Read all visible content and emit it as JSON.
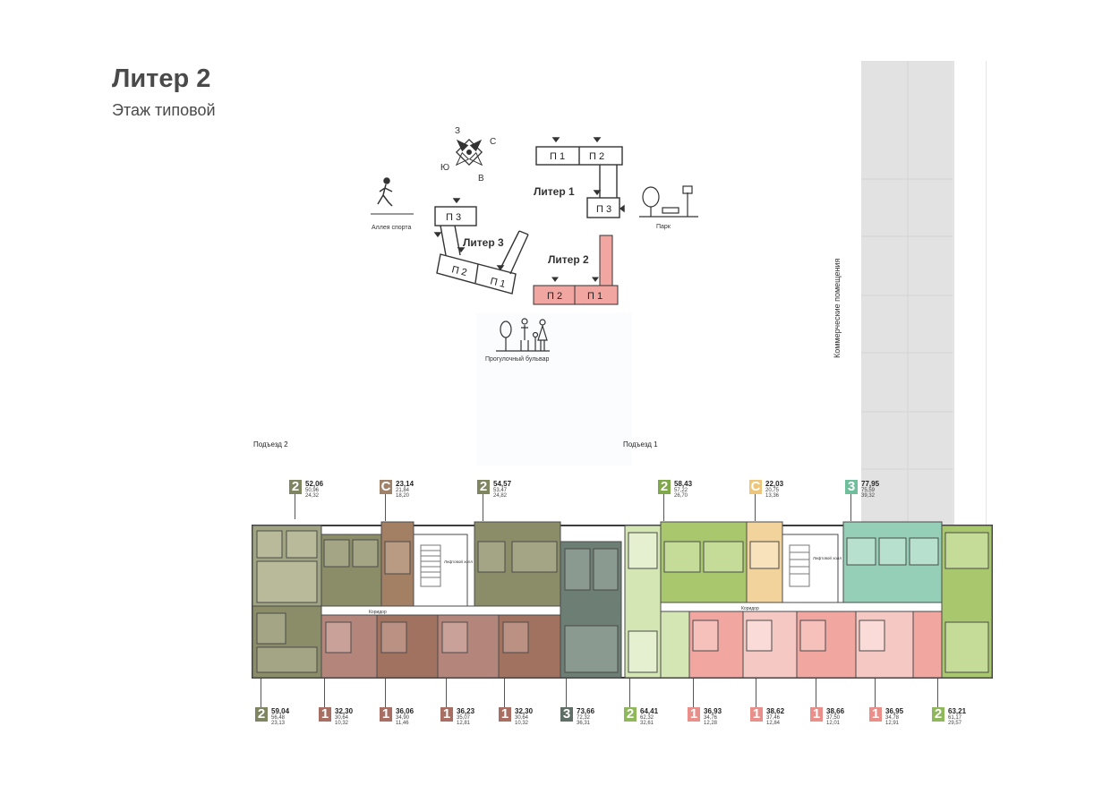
{
  "header": {
    "title": "Литер 2",
    "subtitle": "Этаж типовой"
  },
  "site_map": {
    "compass": {
      "n": "С",
      "s": "Ю",
      "w": "З",
      "e": "В"
    },
    "buildings": [
      {
        "label": "Литер 1",
        "sections": [
          "П 1",
          "П 2",
          "П 3"
        ]
      },
      {
        "label": "Литер 2",
        "sections": [
          "П 2",
          "П 1"
        ]
      },
      {
        "label": "Литер 3",
        "sections": [
          "П 3",
          "П 2",
          "П 1"
        ]
      }
    ],
    "landmarks": {
      "sport_alley": "Аллея спорта",
      "park": "Парк",
      "boulevard": "Прогулочный бульвар"
    }
  },
  "commercial_label": "Коммерческие помещения",
  "entrances": {
    "left": "Подъезд 2",
    "right": "Подъезд 1"
  },
  "plan_labels": {
    "corridor": "Коридор",
    "lift_hall": "Лифтовой холл"
  },
  "colors": {
    "olive": "#8a8f6a",
    "brown": "#a0826a",
    "rose": "#b78a82",
    "slate": "#6f7f76",
    "lime": "#a6c46a",
    "lime_light": "#d6e8b6",
    "peach": "#f0d29a",
    "mint": "#96cfb7",
    "salmon": "#ec9b96",
    "salmon_light": "#f6c9c4",
    "olive_light": "#b9bb9c",
    "rose_light": "#cfa8a2",
    "slate_light": "#a7b3ad"
  },
  "apartments_top": [
    {
      "type": "2",
      "area": "52,06",
      "living": "50,96",
      "kitchen": "24,32",
      "color": "#7f8560"
    },
    {
      "type": "С",
      "area": "23,14",
      "living": "21,84",
      "kitchen": "18,20",
      "color": "#a0826a"
    },
    {
      "type": "2",
      "area": "54,57",
      "living": "53,47",
      "kitchen": "24,82",
      "color": "#7f8560"
    },
    {
      "type": "2",
      "area": "58,43",
      "living": "57,22",
      "kitchen": "26,70",
      "color": "#7ea84a"
    },
    {
      "type": "С",
      "area": "22,03",
      "living": "20,75",
      "kitchen": "13,36",
      "color": "#eec67a"
    },
    {
      "type": "3",
      "area": "77,95",
      "living": "75,59",
      "kitchen": "39,32",
      "color": "#6fbf9c"
    }
  ],
  "apartments_bottom": [
    {
      "type": "2",
      "area": "59,04",
      "living": "56,48",
      "kitchen": "23,13",
      "color": "#7f8560"
    },
    {
      "type": "1",
      "area": "32,30",
      "living": "30,64",
      "kitchen": "10,32",
      "color": "#a86e62"
    },
    {
      "type": "1",
      "area": "36,06",
      "living": "34,90",
      "kitchen": "11,46",
      "color": "#a86e62"
    },
    {
      "type": "1",
      "area": "36,23",
      "living": "35,07",
      "kitchen": "12,81",
      "color": "#a86e62"
    },
    {
      "type": "1",
      "area": "32,30",
      "living": "30,64",
      "kitchen": "10,32",
      "color": "#a86e62"
    },
    {
      "type": "3",
      "area": "73,66",
      "living": "72,32",
      "kitchen": "36,31",
      "color": "#5f6f66"
    },
    {
      "type": "2",
      "area": "64,41",
      "living": "62,32",
      "kitchen": "32,61",
      "color": "#8fb85a"
    },
    {
      "type": "1",
      "area": "36,93",
      "living": "34,76",
      "kitchen": "12,28",
      "color": "#e98e88"
    },
    {
      "type": "1",
      "area": "38,62",
      "living": "37,46",
      "kitchen": "12,84",
      "color": "#e98e88"
    },
    {
      "type": "1",
      "area": "38,66",
      "living": "37,50",
      "kitchen": "12,01",
      "color": "#e98e88"
    },
    {
      "type": "1",
      "area": "36,95",
      "living": "34,78",
      "kitchen": "12,91",
      "color": "#e98e88"
    },
    {
      "type": "2",
      "area": "63,21",
      "living": "61,17",
      "kitchen": "29,57",
      "color": "#8fb85a"
    }
  ]
}
